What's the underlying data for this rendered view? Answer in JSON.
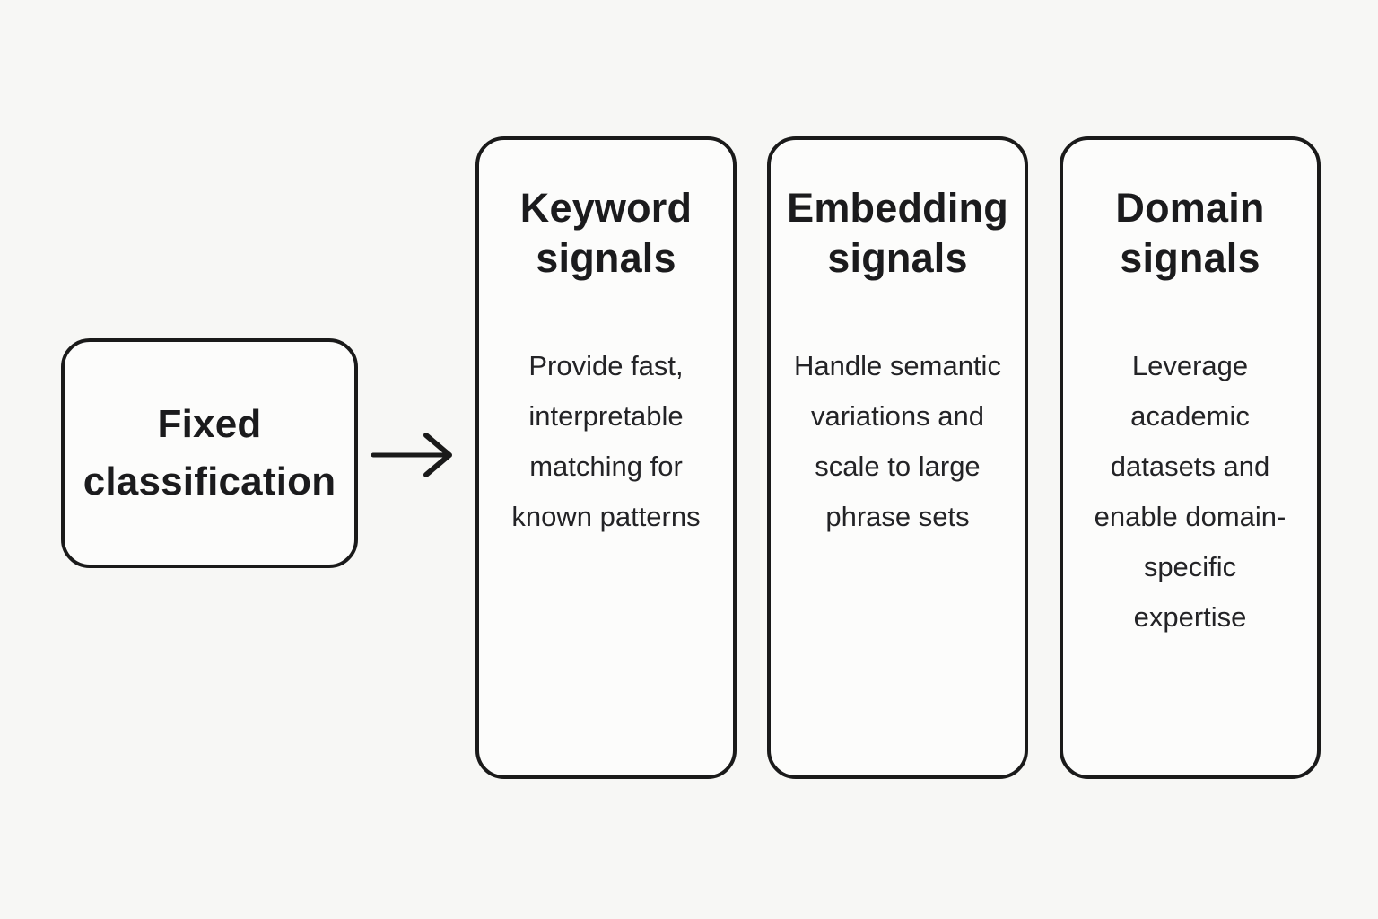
{
  "diagram": {
    "source": {
      "label": "Fixed classification"
    },
    "arrow": {
      "icon": "right-arrow",
      "direction": "right"
    },
    "columns": [
      {
        "title": "Keyword signals",
        "description": "Provide fast, interpretable matching for known patterns"
      },
      {
        "title": "Embedding signals",
        "description": "Handle semantic variations and scale to large phrase sets"
      },
      {
        "title": "Domain signals",
        "description": "Leverage academic datasets and enable domain-specific expertise"
      }
    ],
    "colors": {
      "background": "#f7f7f5",
      "box_fill": "#fcfcfb",
      "border": "#1a1a1a",
      "text": "#1b1b1d"
    }
  }
}
